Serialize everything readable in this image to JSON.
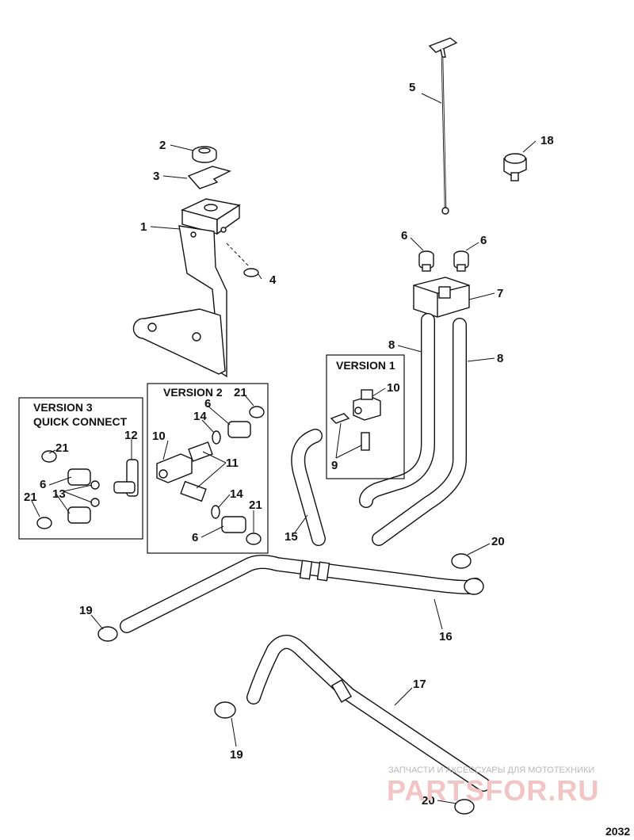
{
  "callouts": [
    {
      "id": "c1",
      "label": "1"
    },
    {
      "id": "c2",
      "label": "2"
    },
    {
      "id": "c3",
      "label": "3"
    },
    {
      "id": "c4",
      "label": "4"
    },
    {
      "id": "c5",
      "label": "5"
    },
    {
      "id": "c6a",
      "label": "6"
    },
    {
      "id": "c6b",
      "label": "6"
    },
    {
      "id": "c7",
      "label": "7"
    },
    {
      "id": "c8a",
      "label": "8"
    },
    {
      "id": "c8b",
      "label": "8"
    },
    {
      "id": "c9",
      "label": "9"
    },
    {
      "id": "c10a",
      "label": "10"
    },
    {
      "id": "c15",
      "label": "15"
    },
    {
      "id": "c16",
      "label": "16"
    },
    {
      "id": "c17",
      "label": "17"
    },
    {
      "id": "c18",
      "label": "18"
    },
    {
      "id": "c19a",
      "label": "19"
    },
    {
      "id": "c19b",
      "label": "19"
    },
    {
      "id": "c20a",
      "label": "20"
    },
    {
      "id": "c20b",
      "label": "20"
    },
    {
      "id": "v2_21a",
      "label": "21"
    },
    {
      "id": "v2_6a",
      "label": "6"
    },
    {
      "id": "v2_14a",
      "label": "14"
    },
    {
      "id": "v2_10",
      "label": "10"
    },
    {
      "id": "v2_11",
      "label": "11"
    },
    {
      "id": "v2_14b",
      "label": "14"
    },
    {
      "id": "v2_21b",
      "label": "21"
    },
    {
      "id": "v2_6b",
      "label": "6"
    },
    {
      "id": "v3_21a",
      "label": "21"
    },
    {
      "id": "v3_12",
      "label": "12"
    },
    {
      "id": "v3_6",
      "label": "6"
    },
    {
      "id": "v3_13",
      "label": "13"
    },
    {
      "id": "v3_21b",
      "label": "21"
    }
  ],
  "versions": {
    "v1": {
      "title": "VERSION 1"
    },
    "v2": {
      "title": "VERSION 2"
    },
    "v3": {
      "title_line1": "VERSION 3",
      "title_line2": "QUICK CONNECT"
    }
  },
  "watermark": {
    "line1": "ЗАПЧАСТИ И АКСЕССУАРЫ ДЛЯ МОТОТЕХНИКИ",
    "line2": "PARTSFOR.RU"
  },
  "diagram_code": "2032"
}
